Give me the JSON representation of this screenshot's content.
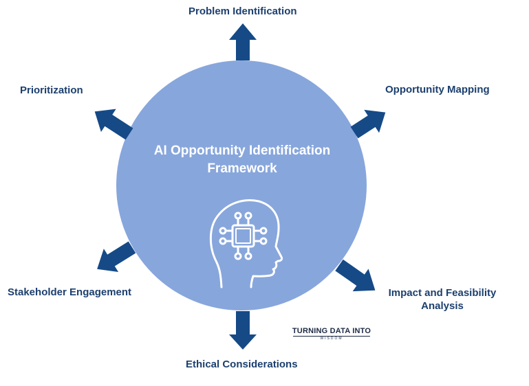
{
  "diagram": {
    "center": {
      "title_line1": "AI Opportunity Identification",
      "title_line2": "Framework",
      "icon": "ai-brain-chip-icon"
    },
    "steps": [
      {
        "label": "Problem Identification"
      },
      {
        "label": "Opportunity Mapping"
      },
      {
        "label_line1": "Impact and Feasibility",
        "label_line2": "Analysis"
      },
      {
        "label": "Ethical Considerations"
      },
      {
        "label": "Stakeholder Engagement"
      },
      {
        "label": "Prioritization"
      }
    ],
    "logo": {
      "main": "TURNING DATA INTO",
      "sub": "WISDOM"
    },
    "colors": {
      "circle": "#87a6dc",
      "arrow": "#154a87",
      "text": "#1c3f6e",
      "center_text": "#ffffff"
    }
  }
}
